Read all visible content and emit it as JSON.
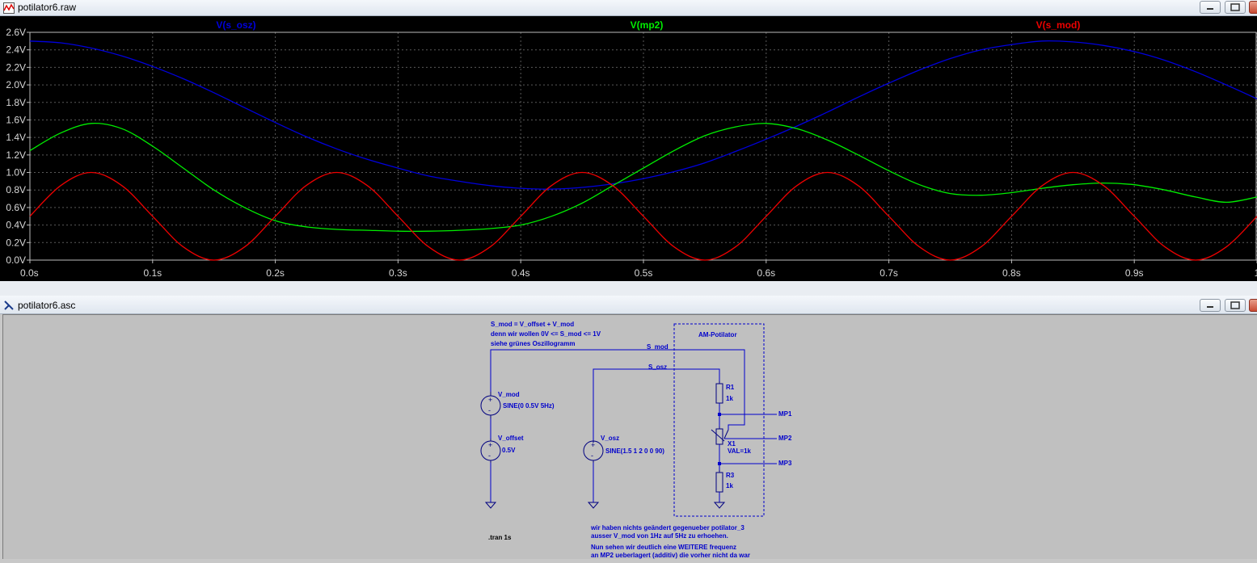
{
  "plot_window": {
    "title": "potilator6.raw",
    "traces": [
      {
        "name": "V(s_osz)",
        "color": "#0000dd"
      },
      {
        "name": "V(mp2)",
        "color": "#00ee00"
      },
      {
        "name": "V(s_mod)",
        "color": "#ee0000"
      }
    ]
  },
  "chart_data": {
    "type": "line",
    "title": "",
    "xlabel": "",
    "ylabel": "",
    "xlim": [
      0,
      1
    ],
    "ylim": [
      0,
      2.6
    ],
    "grid": true,
    "legend": "top",
    "x_ticks": [
      "0.0s",
      "0.1s",
      "0.2s",
      "0.3s",
      "0.4s",
      "0.5s",
      "0.6s",
      "0.7s",
      "0.8s",
      "0.9s",
      "1"
    ],
    "y_ticks": [
      "0.0V",
      "0.2V",
      "0.4V",
      "0.6V",
      "0.8V",
      "1.0V",
      "1.2V",
      "1.4V",
      "1.6V",
      "1.8V",
      "2.0V",
      "2.2V",
      "2.4V",
      "2.6V"
    ],
    "series": [
      {
        "name": "V(s_osz)",
        "color": "#0000dd",
        "x": [
          0,
          0.025,
          0.05,
          0.075,
          0.1,
          0.125,
          0.15,
          0.175,
          0.2,
          0.225,
          0.25,
          0.275,
          0.3,
          0.325,
          0.35,
          0.375,
          0.4,
          0.425,
          0.45,
          0.475,
          0.5,
          0.525,
          0.55,
          0.575,
          0.6,
          0.625,
          0.65,
          0.675,
          0.7,
          0.725,
          0.75,
          0.775,
          0.8,
          0.825,
          0.85,
          0.875,
          0.9,
          0.925,
          0.95,
          0.975,
          1
        ],
        "y": [
          2.5,
          2.48,
          2.42,
          2.33,
          2.21,
          2.07,
          1.91,
          1.74,
          1.57,
          1.41,
          1.27,
          1.15,
          1.05,
          0.96,
          0.9,
          0.85,
          0.82,
          0.81,
          0.83,
          0.87,
          0.93,
          1.01,
          1.11,
          1.24,
          1.38,
          1.53,
          1.69,
          1.86,
          2.02,
          2.17,
          2.3,
          2.4,
          2.46,
          2.5,
          2.49,
          2.45,
          2.38,
          2.28,
          2.15,
          2.0,
          1.84
        ]
      },
      {
        "name": "V(mp2)",
        "color": "#00ee00",
        "x": [
          0,
          0.025,
          0.05,
          0.075,
          0.1,
          0.125,
          0.15,
          0.175,
          0.2,
          0.225,
          0.25,
          0.275,
          0.3,
          0.325,
          0.35,
          0.375,
          0.4,
          0.425,
          0.45,
          0.475,
          0.5,
          0.525,
          0.55,
          0.575,
          0.6,
          0.625,
          0.65,
          0.675,
          0.7,
          0.725,
          0.75,
          0.775,
          0.8,
          0.825,
          0.85,
          0.875,
          0.9,
          0.925,
          0.95,
          0.975,
          1
        ],
        "y": [
          1.25,
          1.45,
          1.56,
          1.5,
          1.3,
          1.05,
          0.8,
          0.6,
          0.45,
          0.38,
          0.35,
          0.34,
          0.33,
          0.33,
          0.34,
          0.36,
          0.4,
          0.5,
          0.65,
          0.85,
          1.05,
          1.25,
          1.42,
          1.52,
          1.56,
          1.5,
          1.37,
          1.2,
          1.02,
          0.86,
          0.76,
          0.74,
          0.77,
          0.82,
          0.86,
          0.88,
          0.86,
          0.8,
          0.72,
          0.66,
          0.72
        ]
      },
      {
        "name": "V(s_mod)",
        "color": "#ee0000",
        "x": [
          0,
          0.025,
          0.05,
          0.075,
          0.1,
          0.125,
          0.15,
          0.175,
          0.2,
          0.225,
          0.25,
          0.275,
          0.3,
          0.325,
          0.35,
          0.375,
          0.4,
          0.425,
          0.45,
          0.475,
          0.5,
          0.525,
          0.55,
          0.575,
          0.6,
          0.625,
          0.65,
          0.675,
          0.7,
          0.725,
          0.75,
          0.775,
          0.8,
          0.825,
          0.85,
          0.875,
          0.9,
          0.925,
          0.95,
          0.975,
          1
        ],
        "y": [
          0.5,
          0.85,
          1.0,
          0.85,
          0.5,
          0.15,
          0.0,
          0.15,
          0.5,
          0.85,
          1.0,
          0.85,
          0.5,
          0.15,
          0.0,
          0.15,
          0.5,
          0.85,
          1.0,
          0.85,
          0.5,
          0.15,
          0.0,
          0.15,
          0.5,
          0.85,
          1.0,
          0.85,
          0.5,
          0.15,
          0.0,
          0.15,
          0.5,
          0.85,
          1.0,
          0.85,
          0.5,
          0.15,
          0.0,
          0.15,
          0.5
        ]
      }
    ]
  },
  "schematic_window": {
    "title": "potilator6.asc",
    "comment_lines": [
      "S_mod = V_offset + V_mod",
      "denn wir wollen 0V <= S_mod <= 1V",
      "siehe grünes Oszillogramm"
    ],
    "subcircuit_label": "AM-Potilator",
    "net_s_mod": "S_mod",
    "net_s_osz": "S_osz",
    "v_mod": {
      "name": "V_mod",
      "value": "SINE(0 0.5V 5Hz)"
    },
    "v_offset": {
      "name": "V_offset",
      "value": "0.5V"
    },
    "v_osz": {
      "name": "V_osz",
      "value": "SINE(1.5 1 2 0 0 90)"
    },
    "r1": {
      "name": "R1",
      "value": "1k"
    },
    "x1": {
      "name": "X1",
      "value": "VAL=1k"
    },
    "r3": {
      "name": "R3",
      "value": "1k"
    },
    "mp1": "MP1",
    "mp2": "MP2",
    "mp3": "MP3",
    "tran": ".tran 1s",
    "note_lines": [
      "wir haben nichts geändert gegenueber potilator_3",
      "ausser V_mod von 1Hz auf 5Hz zu erhoehen.",
      "",
      "Nun sehen wir deutlich eine WEITERE frequenz",
      "an MP2 ueberlagert (additiv) die vorher nicht da war"
    ]
  },
  "colors": {
    "plot_bg": "#000000",
    "schematic_bg": "#c0c0c0",
    "wire": "#0000cc",
    "component": "#000080"
  }
}
